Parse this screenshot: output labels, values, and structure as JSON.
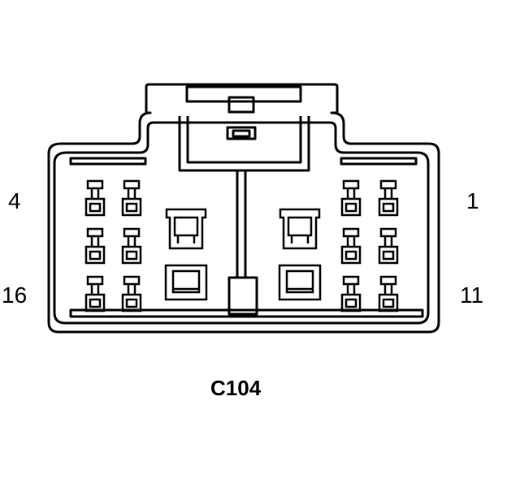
{
  "diagram": {
    "connector_id": "C104",
    "pin_labels": {
      "top_left": "4",
      "top_right": "1",
      "bottom_left": "16",
      "bottom_right": "11"
    },
    "colors": {
      "stroke": "#000000",
      "background": "#ffffff"
    }
  }
}
